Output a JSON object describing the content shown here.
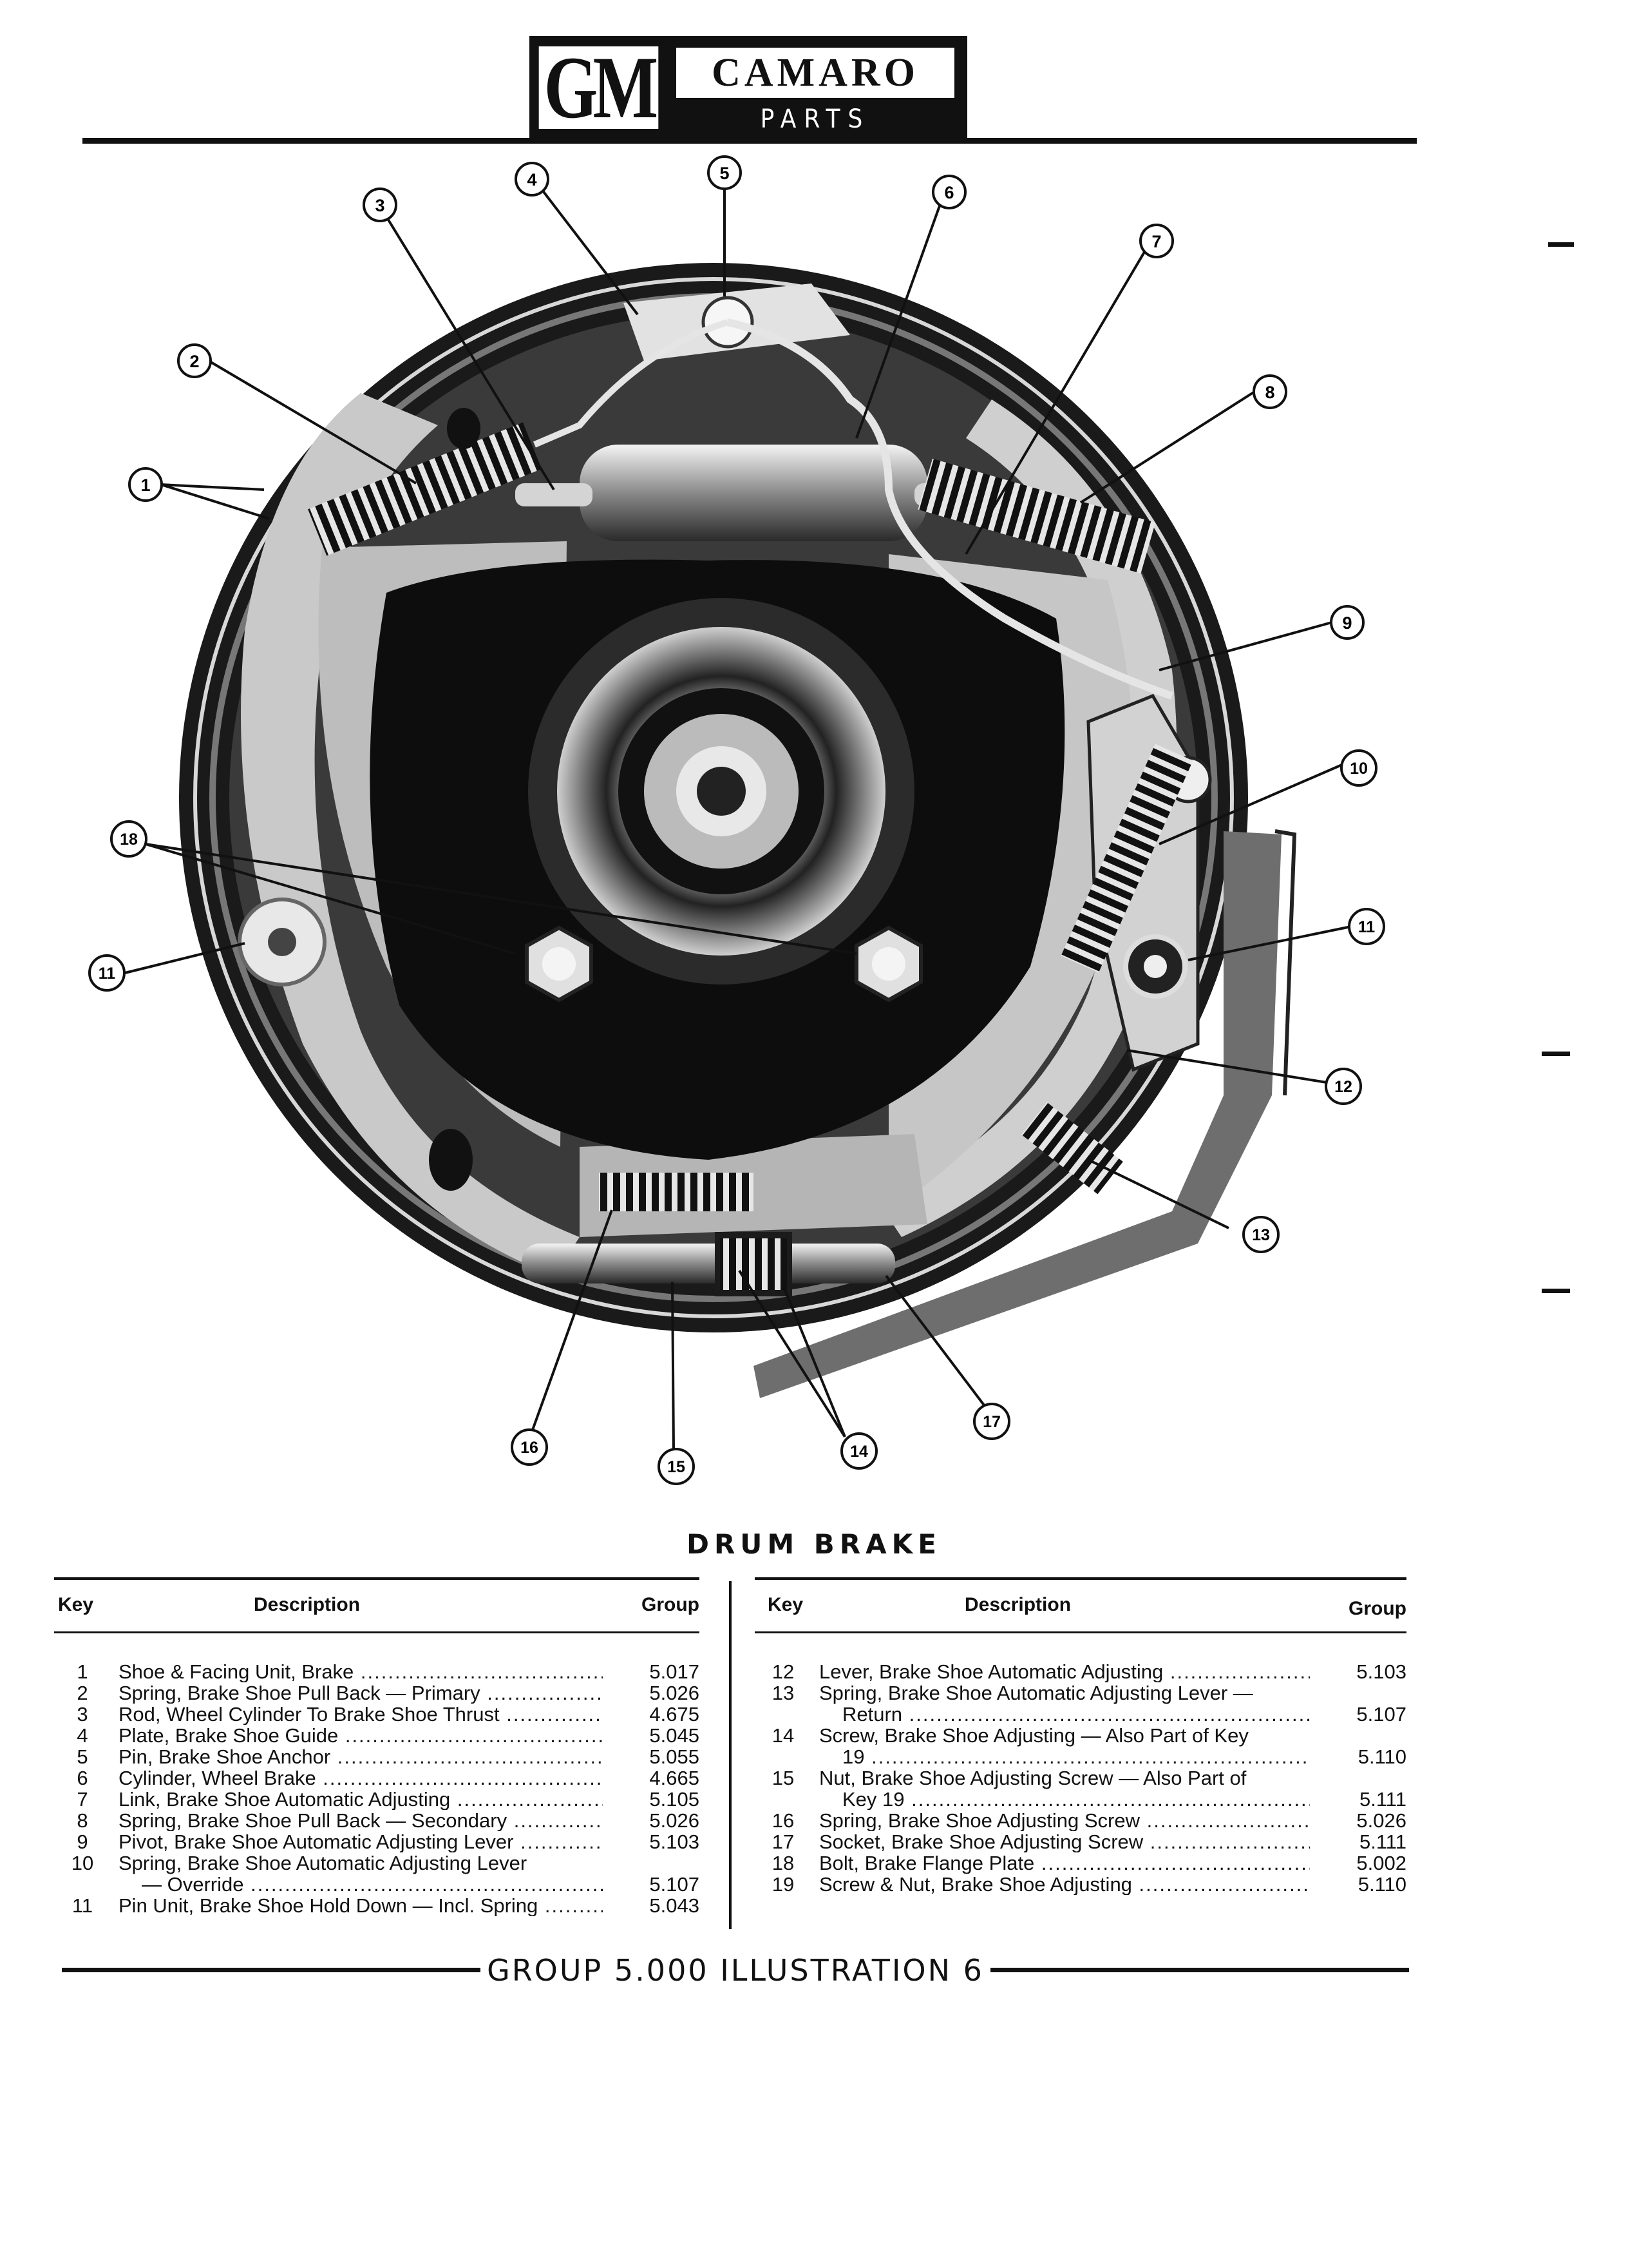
{
  "header": {
    "logo_text": "GM",
    "title": "CAMARO",
    "subtitle": "PARTS CATALOGUE"
  },
  "figure": {
    "callouts": [
      "1",
      "2",
      "3",
      "4",
      "5",
      "6",
      "7",
      "8",
      "9",
      "10",
      "11",
      "11",
      "12",
      "13",
      "14",
      "15",
      "16",
      "17",
      "18"
    ],
    "caption": "DRUM BRAKE"
  },
  "table_headers": {
    "key": "Key",
    "description": "Description",
    "group": "Group"
  },
  "parts_left": [
    {
      "key": "1",
      "desc": "Shoe & Facing Unit, Brake",
      "group": "5.017"
    },
    {
      "key": "2",
      "desc": "Spring, Brake Shoe Pull Back — Primary",
      "group": "5.026"
    },
    {
      "key": "3",
      "desc": "Rod, Wheel Cylinder To Brake Shoe Thrust",
      "group": "4.675"
    },
    {
      "key": "4",
      "desc": "Plate, Brake Shoe Guide",
      "group": "5.045"
    },
    {
      "key": "5",
      "desc": "Pin, Brake Shoe Anchor",
      "group": "5.055"
    },
    {
      "key": "6",
      "desc": "Cylinder, Wheel Brake",
      "group": "4.665"
    },
    {
      "key": "7",
      "desc": "Link, Brake Shoe Automatic Adjusting",
      "group": "5.105"
    },
    {
      "key": "8",
      "desc": "Spring, Brake Shoe Pull Back — Secondary",
      "group": "5.026"
    },
    {
      "key": "9",
      "desc": "Pivot, Brake Shoe Automatic Adjusting Lever",
      "group": "5.103"
    },
    {
      "key": "10",
      "desc": "Spring, Brake Shoe Automatic Adjusting Lever",
      "desc2": "— Override",
      "group": "5.107"
    },
    {
      "key": "11",
      "desc": "Pin Unit, Brake Shoe Hold Down — Incl. Spring",
      "group": "5.043"
    }
  ],
  "parts_right": [
    {
      "key": "12",
      "desc": "Lever, Brake Shoe Automatic Adjusting",
      "group": "5.103"
    },
    {
      "key": "13",
      "desc": "Spring, Brake Shoe Automatic Adjusting Lever —",
      "desc2": "Return",
      "group": "5.107"
    },
    {
      "key": "14",
      "desc": "Screw, Brake Shoe Adjusting — Also Part of Key",
      "desc2": "19",
      "group": "5.110"
    },
    {
      "key": "15",
      "desc": "Nut, Brake Shoe  Adjusting Screw —  Also Part of",
      "desc2": "Key 19",
      "group": "5.111"
    },
    {
      "key": "16",
      "desc": "Spring, Brake Shoe Adjusting Screw",
      "group": "5.026"
    },
    {
      "key": "17",
      "desc": "Socket, Brake Shoe Adjusting Screw",
      "group": "5.111"
    },
    {
      "key": "18",
      "desc": "Bolt, Brake Flange Plate",
      "group": "5.002"
    },
    {
      "key": "19",
      "desc": "Screw & Nut, Brake Shoe Adjusting",
      "group": "5.110"
    }
  ],
  "footer": {
    "text": "GROUP 5.000 ILLUSTRATION 6"
  }
}
